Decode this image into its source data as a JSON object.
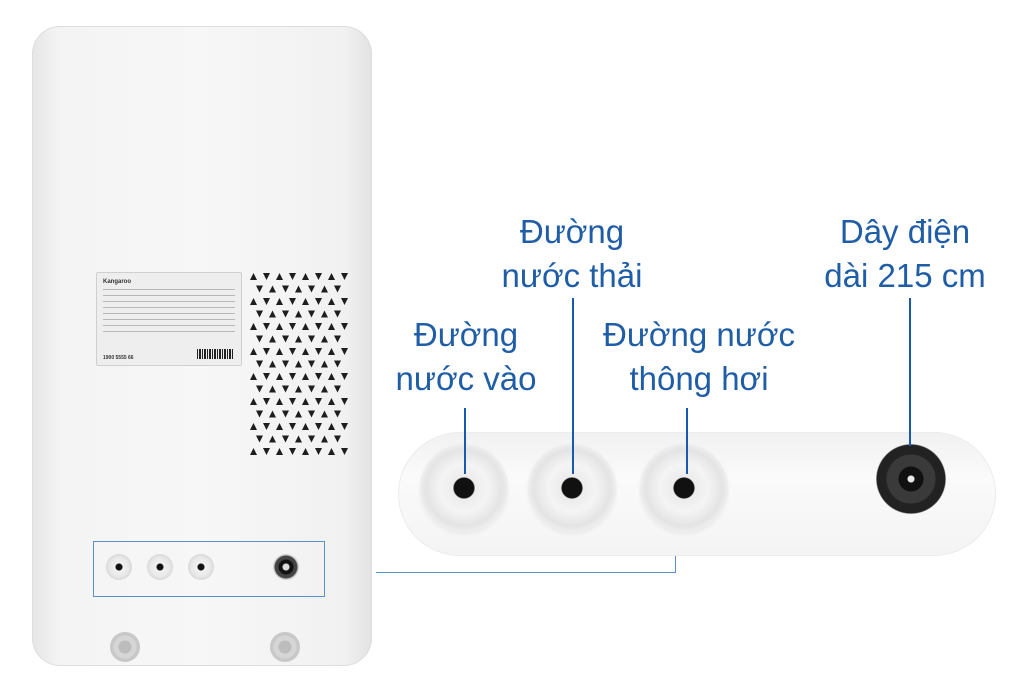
{
  "sticker": {
    "brand": "Kangaroo",
    "hotline": "1900 5555 66"
  },
  "callouts": {
    "inlet": {
      "line1": "Đường",
      "line2": "nước vào"
    },
    "drain": {
      "line1": "Đường",
      "line2": "nước thải"
    },
    "vent": {
      "line1": "Đường nước",
      "line2": "thông hơi"
    },
    "power": {
      "line1": "Dây điện",
      "line2": "dài 215 cm"
    }
  },
  "colors": {
    "callout_text": "#1f5ea6",
    "callout_line": "#1a5aaa",
    "frame": "#5a8fd0"
  }
}
